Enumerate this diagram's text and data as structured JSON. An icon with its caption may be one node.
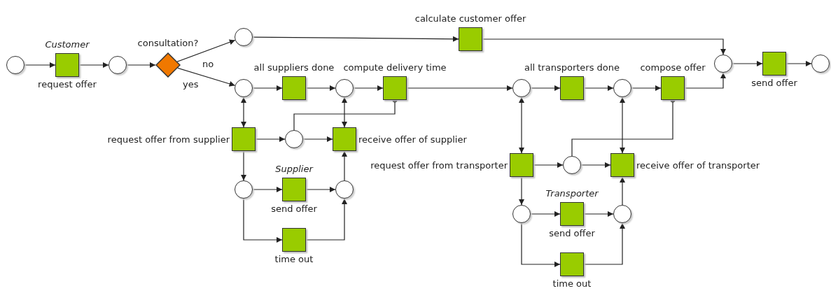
{
  "diagram": {
    "nodes": [
      {
        "text": [],
        "shape": "circle"
      },
      {
        "text": [
          "Customer",
          "request offer"
        ]
      },
      {
        "text": [],
        "shape": "circle"
      },
      {
        "text": [
          "consultation?"
        ]
      },
      {
        "text": [],
        "shape": "circle"
      },
      {
        "text": [],
        "shape": "circle"
      },
      {
        "text": [
          "calculate customer offer"
        ]
      },
      {
        "text": [
          "all suppliers done"
        ]
      },
      {
        "text": [],
        "shape": "circle"
      },
      {
        "text": [
          "compute delivery time"
        ]
      },
      {
        "text": [
          "request offer from supplier"
        ]
      },
      {
        "text": [],
        "shape": "circle"
      },
      {
        "text": [
          "receive offer of supplier"
        ]
      },
      {
        "text": [],
        "shape": "circle"
      },
      {
        "text": [
          "Supplier",
          "send offer"
        ]
      },
      {
        "text": [],
        "shape": "circle"
      },
      {
        "text": [
          "time out"
        ]
      },
      {
        "text": [],
        "shape": "circle"
      },
      {
        "text": [
          "all transporters done"
        ]
      },
      {
        "text": [],
        "shape": "circle"
      },
      {
        "text": [
          "compose offer"
        ]
      },
      {
        "text": [],
        "shape": "circle"
      },
      {
        "text": [
          "send offer"
        ]
      },
      {
        "text": [],
        "shape": "circle"
      },
      {
        "text": [
          "request offer from transporter"
        ]
      },
      {
        "text": [],
        "shape": "circle"
      },
      {
        "text": [
          "receive offer of transporter"
        ]
      },
      {
        "text": [],
        "shape": "circle"
      },
      {
        "text": [
          "Transporter",
          "send offer"
        ]
      },
      {
        "text": [],
        "shape": "circle"
      },
      {
        "text": [
          "time out"
        ]
      }
    ],
    "edges": [
      {
        "from": 0,
        "to": 1,
        "arrow": "to"
      },
      {
        "from": 1,
        "to": 2,
        "arrow": "to"
      },
      {
        "from": 2,
        "to": 3,
        "arrow": "to"
      },
      {
        "from": 3,
        "to": 4,
        "arrow": "to",
        "label": "no"
      },
      {
        "from": 3,
        "to": 5,
        "arrow": "to",
        "label": "yes"
      },
      {
        "from": 4,
        "to": 6,
        "arrow": "to"
      },
      {
        "from": 6,
        "to": 21,
        "arrow": "to"
      },
      {
        "from": 5,
        "to": 7,
        "arrow": "to"
      },
      {
        "from": 7,
        "to": 8,
        "arrow": "to"
      },
      {
        "from": 8,
        "to": 9,
        "arrow": "to"
      },
      {
        "from": 9,
        "to": 17,
        "arrow": "to"
      },
      {
        "from": 17,
        "to": 18,
        "arrow": "to"
      },
      {
        "from": 18,
        "to": 19,
        "arrow": "to"
      },
      {
        "from": 19,
        "to": 20,
        "arrow": "to"
      },
      {
        "from": 20,
        "to": 21,
        "arrow": "to"
      },
      {
        "from": 21,
        "to": 22,
        "arrow": "to"
      },
      {
        "from": 22,
        "to": 23,
        "arrow": "to"
      },
      {
        "from": 5,
        "to": 10,
        "arrow": "both"
      },
      {
        "from": 10,
        "to": 11,
        "arrow": "to"
      },
      {
        "from": 11,
        "to": 12,
        "arrow": "to"
      },
      {
        "from": 12,
        "to": 8,
        "arrow": "both"
      },
      {
        "from": 11,
        "to": 9,
        "arrow": "other"
      },
      {
        "from": 10,
        "to": 13,
        "arrow": "to"
      },
      {
        "from": 13,
        "to": 14,
        "arrow": "to"
      },
      {
        "from": 14,
        "to": 15,
        "arrow": "to"
      },
      {
        "from": 13,
        "to": 16,
        "arrow": "to"
      },
      {
        "from": 16,
        "to": 15,
        "arrow": "to"
      },
      {
        "from": 15,
        "to": 12,
        "arrow": "to"
      },
      {
        "from": 17,
        "to": 24,
        "arrow": "both"
      },
      {
        "from": 24,
        "to": 25,
        "arrow": "to"
      },
      {
        "from": 25,
        "to": 26,
        "arrow": "to"
      },
      {
        "from": 26,
        "to": 19,
        "arrow": "both"
      },
      {
        "from": 25,
        "to": 20,
        "arrow": "other"
      },
      {
        "from": 24,
        "to": 27,
        "arrow": "to"
      },
      {
        "from": 27,
        "to": 28,
        "arrow": "to"
      },
      {
        "from": 28,
        "to": 29,
        "arrow": "to"
      },
      {
        "from": 27,
        "to": 30,
        "arrow": "to"
      },
      {
        "from": 30,
        "to": 29,
        "arrow": "to"
      },
      {
        "from": 29,
        "to": 26,
        "arrow": "to"
      }
    ]
  }
}
